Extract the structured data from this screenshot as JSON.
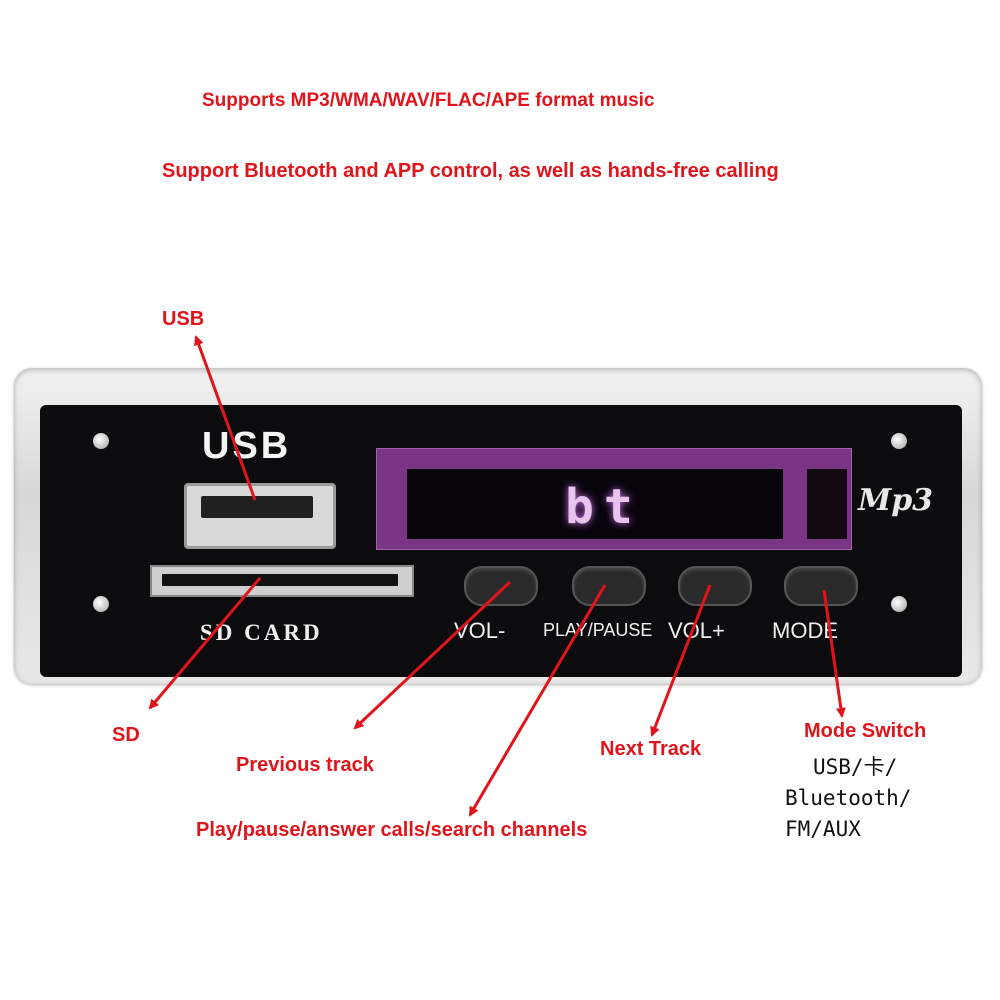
{
  "header": {
    "line1": "Supports MP3/WMA/WAV/FLAC/APE format music",
    "line2": "Support Bluetooth and APP control, as well as hands-free calling"
  },
  "panel": {
    "usb_label": "USB",
    "sd_label": "SD CARD",
    "display_text": "bt",
    "logo": "Mp3",
    "buttons": [
      "VOL-",
      "PLAY/PAUSE",
      "VOL+",
      "MODE"
    ]
  },
  "callouts": {
    "usb": "USB",
    "sd": "SD",
    "previous": "Previous track",
    "playpause": "Play/pause/answer calls/search channels",
    "next": "Next Track",
    "mode_title": "Mode Switch",
    "mode_lines": [
      "USB/卡/",
      "Bluetooth/",
      "FM/AUX"
    ]
  },
  "colors": {
    "annotation": "#e0141b",
    "panel": "#0c0c0e",
    "display_glow": "#7b3585"
  }
}
